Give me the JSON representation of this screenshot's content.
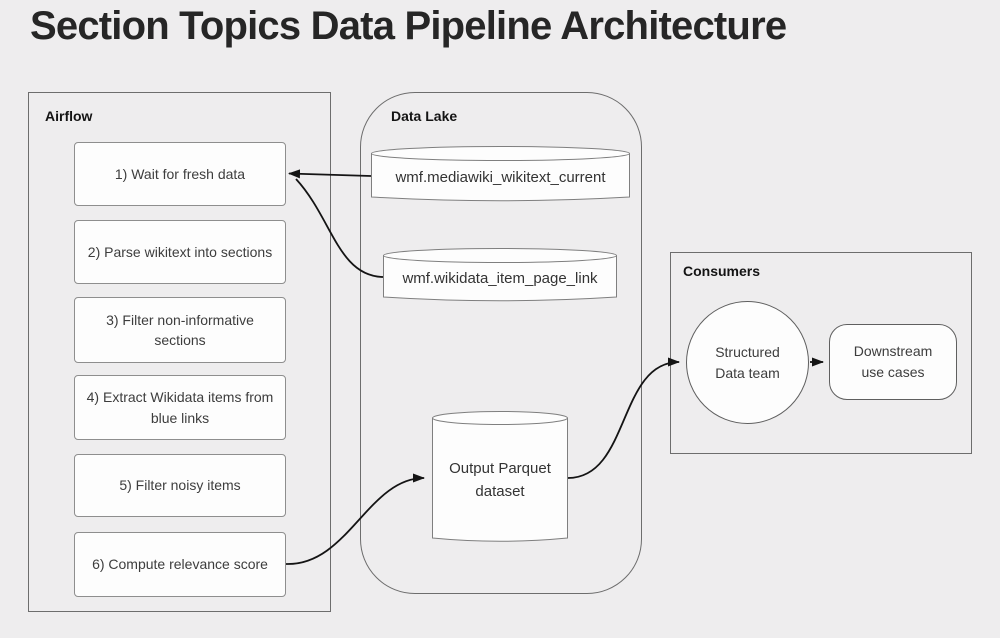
{
  "title": "Section Topics Data Pipeline Architecture",
  "colors": {
    "background": "#eeedee",
    "node_fill": "#fdfdfd",
    "node_border": "#8e8e8e",
    "container_border": "#6d6d6d",
    "arrow": "#141414",
    "title_text": "#262626"
  },
  "airflow": {
    "label": "Airflow",
    "steps": [
      {
        "label": "1) Wait for fresh data"
      },
      {
        "label": "2) Parse wikitext into sections"
      },
      {
        "label": "3) Filter non-informative sections"
      },
      {
        "label": "4) Extract Wikidata items from blue links"
      },
      {
        "label": "5) Filter noisy items"
      },
      {
        "label": "6) Compute relevance score"
      }
    ]
  },
  "data_lake": {
    "label": "Data Lake",
    "tables": [
      {
        "label": "wmf.mediawiki_wikitext_current"
      },
      {
        "label": "wmf.wikidata_item_page_link"
      },
      {
        "label": "Output Parquet dataset"
      }
    ]
  },
  "consumers": {
    "label": "Consumers",
    "team": "Structured Data team",
    "use_cases": "Downstream use cases"
  }
}
